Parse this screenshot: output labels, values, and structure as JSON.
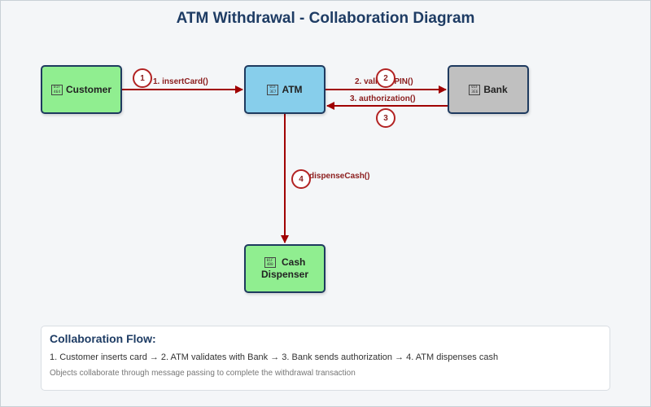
{
  "title": "ATM Withdrawal - Collaboration Diagram",
  "nodes": {
    "customer": {
      "label": "Customer",
      "icon": "person-icon",
      "glyph": "01F\n464",
      "color": "#90ee90"
    },
    "atm": {
      "label": "ATM",
      "icon": "atm-icon",
      "glyph": "01F\n3E7",
      "color": "#87ceeb"
    },
    "bank": {
      "label": "Bank",
      "icon": "bank-icon",
      "glyph": "01F\n3E6",
      "color": "#c0c0c0"
    },
    "dispenser": {
      "label_line1": "Cash",
      "label_line2": "Dispenser",
      "icon": "money-icon",
      "glyph": "01F\n4B0",
      "color": "#90ee90"
    }
  },
  "messages": [
    {
      "step": "1",
      "label": "1. insertCard()"
    },
    {
      "step": "2",
      "label": "2. validatePIN()"
    },
    {
      "step": "3",
      "label": "3. authorization()"
    },
    {
      "step": "4",
      "label": "dispenseCash()"
    }
  ],
  "legend": {
    "title": "Collaboration Flow:",
    "description": "1. Customer inserts card → 2. ATM validates with Bank → 3. Bank sends authorization → 4. ATM dispenses cash",
    "note": "Objects collaborate through message passing to complete the withdrawal transaction"
  },
  "colors": {
    "arrow": "#a00000",
    "border": "#1e3a5f",
    "title": "#1e3c64"
  }
}
